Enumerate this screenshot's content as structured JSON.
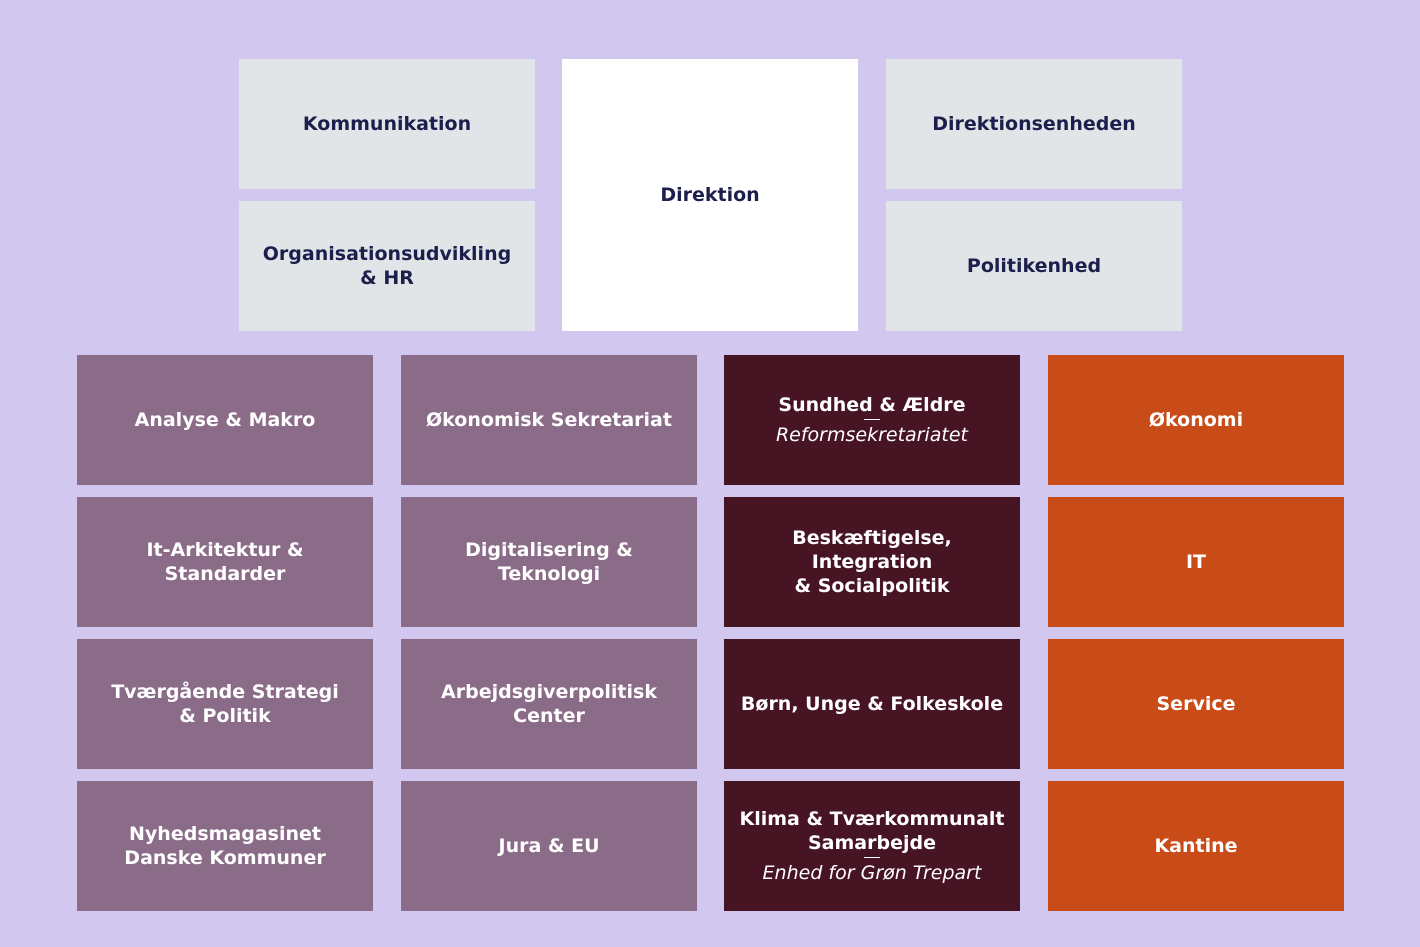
{
  "top": {
    "kommunikation": "Kommunikation",
    "organisation": [
      "Organisationsudvikling",
      "& HR"
    ],
    "direktion": "Direktion",
    "direktionsenheden": "Direktionsenheden",
    "politikenhed": "Politikenhed"
  },
  "columns": [
    {
      "color": "#8b6c88",
      "items": [
        {
          "lines": [
            "Analyse & Makro"
          ]
        },
        {
          "lines": [
            "It-Arkitektur & Standarder"
          ]
        },
        {
          "lines": [
            "Tværgående Strategi",
            "& Politik"
          ]
        },
        {
          "lines": [
            "Nyhedsmagasinet",
            "Danske Kommuner"
          ]
        }
      ]
    },
    {
      "color": "#8b6c88",
      "items": [
        {
          "lines": [
            "Økonomisk Sekretariat"
          ]
        },
        {
          "lines": [
            "Digitalisering & Teknologi"
          ]
        },
        {
          "lines": [
            "Arbejdsgiverpolitisk",
            "Center"
          ]
        },
        {
          "lines": [
            "Jura & EU"
          ]
        }
      ]
    },
    {
      "color": "#461422",
      "items": [
        {
          "lines": [
            "Sundhed & Ældre"
          ],
          "sub": "Reformsekretariatet"
        },
        {
          "lines": [
            "Beskæftigelse, Integration",
            "& Socialpolitik"
          ]
        },
        {
          "lines": [
            "Børn, Unge & Folkeskole"
          ]
        },
        {
          "lines": [
            "Klima & Tværkommunalt",
            "Samarbejde"
          ],
          "sub": "Enhed for Grøn Trepart"
        }
      ]
    },
    {
      "color": "#c94b18",
      "items": [
        {
          "lines": [
            "Økonomi"
          ]
        },
        {
          "lines": [
            "IT"
          ]
        },
        {
          "lines": [
            "Service"
          ]
        },
        {
          "lines": [
            "Kantine"
          ]
        }
      ]
    }
  ]
}
